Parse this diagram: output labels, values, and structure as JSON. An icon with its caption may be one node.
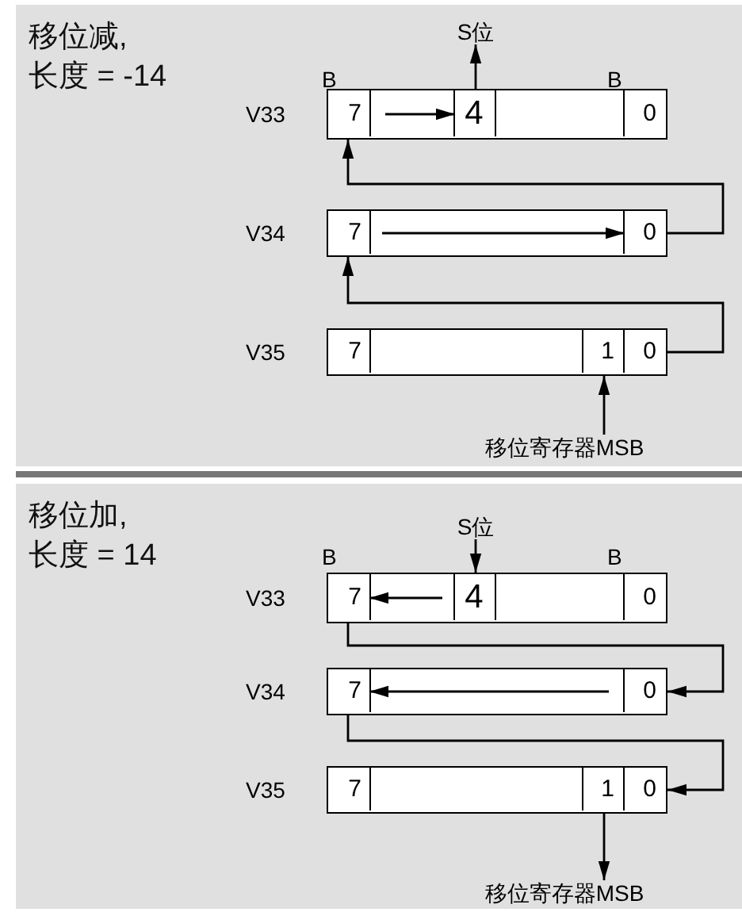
{
  "diagram": {
    "nodes": [
      {
        "text": [
          "移位减, 长度 = -14"
        ]
      },
      {
        "text": [
          "S位"
        ],
        "in": 0
      },
      {
        "text": [],
        "shape": "box",
        "beside": [
          "V33"
        ],
        "in": 0
      },
      {
        "text": [
          "7"
        ],
        "in": 2
      },
      {
        "text": [],
        "shape": "box",
        "in": 2
      },
      {
        "text": [
          "4"
        ],
        "in": 2
      },
      {
        "text": [],
        "shape": "box",
        "in": 2
      },
      {
        "text": [
          "0"
        ],
        "in": 2
      },
      {
        "text": [],
        "shape": "box",
        "beside": [
          "V34"
        ],
        "in": 0
      },
      {
        "text": [
          "7"
        ],
        "in": 8
      },
      {
        "text": [],
        "shape": "box",
        "in": 8
      },
      {
        "text": [
          "0"
        ],
        "in": 8
      },
      {
        "text": [],
        "shape": "box",
        "beside": [
          "V35"
        ],
        "in": 0
      },
      {
        "text": [
          "7"
        ],
        "in": 12
      },
      {
        "text": [],
        "shape": "box",
        "in": 12
      },
      {
        "text": [
          "1"
        ],
        "in": 12
      },
      {
        "text": [
          "0"
        ],
        "in": 12
      },
      {
        "text": [
          "移位寄存器MSB"
        ],
        "in": 0
      },
      {
        "text": [
          "移位加, 长度 = 14"
        ]
      },
      {
        "text": [
          "S位"
        ],
        "in": 18
      },
      {
        "text": [],
        "shape": "box",
        "beside": [
          "V33"
        ],
        "in": 18
      },
      {
        "text": [
          "7"
        ],
        "in": 20
      },
      {
        "text": [],
        "shape": "box",
        "in": 20
      },
      {
        "text": [
          "4"
        ],
        "in": 20
      },
      {
        "text": [],
        "shape": "box",
        "in": 20
      },
      {
        "text": [
          "0"
        ],
        "in": 20
      },
      {
        "text": [],
        "shape": "box",
        "beside": [
          "V34"
        ],
        "in": 18
      },
      {
        "text": [
          "7"
        ],
        "in": 26
      },
      {
        "text": [],
        "shape": "box",
        "in": 26
      },
      {
        "text": [
          "0"
        ],
        "in": 26
      },
      {
        "text": [],
        "shape": "box",
        "beside": [
          "V35"
        ],
        "in": 18
      },
      {
        "text": [
          "7"
        ],
        "in": 30
      },
      {
        "text": [],
        "shape": "box",
        "in": 30
      },
      {
        "text": [
          "1"
        ],
        "in": 30
      },
      {
        "text": [
          "0"
        ],
        "in": 30
      },
      {
        "text": [
          "移位寄存器MSB"
        ],
        "in": 18
      }
    ],
    "edges": [
      {
        "from": 5,
        "to": 1,
        "arrow": "to"
      },
      {
        "from": 11,
        "to": 3,
        "arrow": "to"
      },
      {
        "from": 16,
        "to": 9,
        "arrow": "to"
      },
      {
        "from": 17,
        "to": 15,
        "arrow": "to"
      },
      {
        "from": 19,
        "to": 23,
        "arrow": "to"
      },
      {
        "from": 21,
        "to": 29,
        "arrow": "to"
      },
      {
        "from": 27,
        "to": 34,
        "arrow": "to"
      },
      {
        "from": 33,
        "to": 35,
        "arrow": "to"
      },
      {
        "from": 4,
        "to": 5,
        "arrow": "to"
      },
      {
        "from": 10,
        "to": 11,
        "arrow": "to"
      },
      {
        "from": 22,
        "to": 21,
        "arrow": "to"
      },
      {
        "from": 28,
        "to": 27,
        "arrow": "to"
      }
    ],
    "labels": [
      "B",
      "B",
      "B",
      "B"
    ]
  }
}
